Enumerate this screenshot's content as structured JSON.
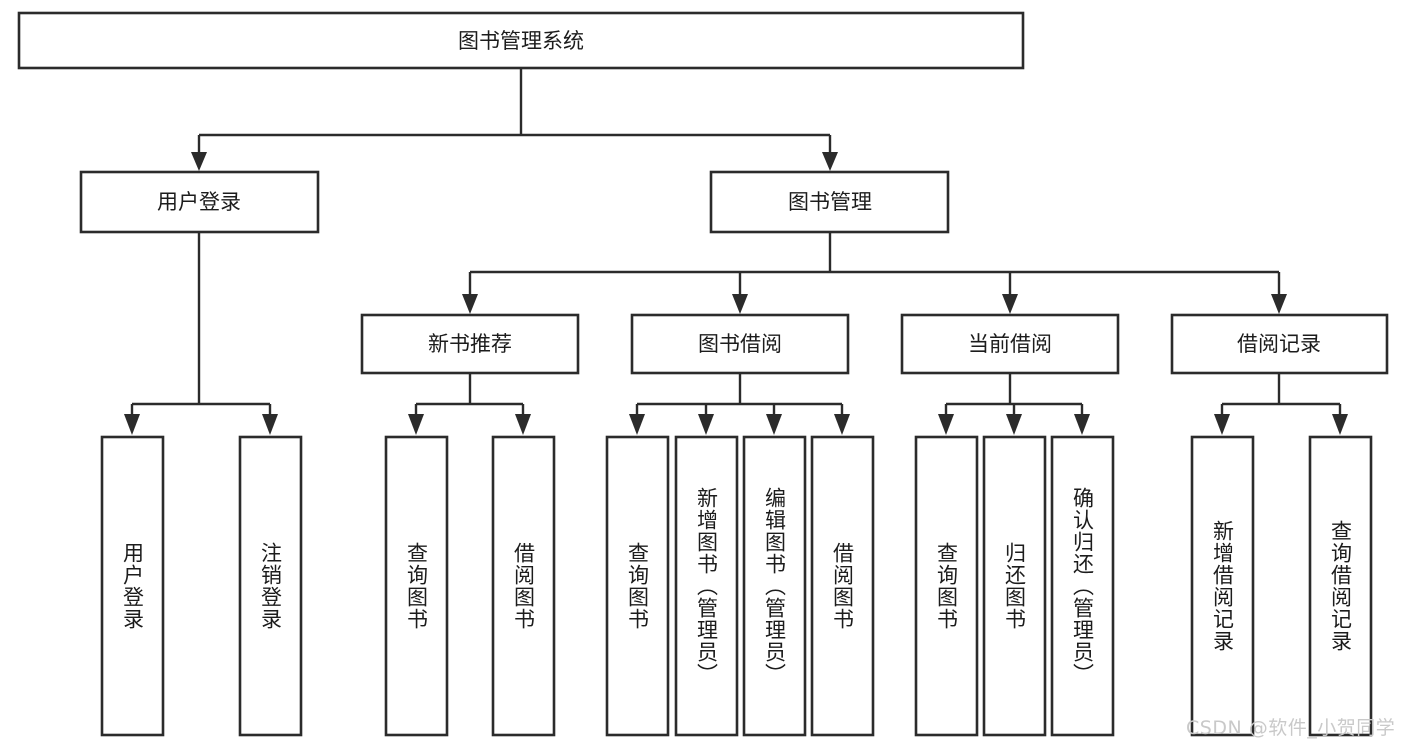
{
  "diagram": {
    "type": "tree-hierarchy",
    "title": "图书管理系统",
    "colors": {
      "background": "#ffffff",
      "box_stroke": "#2b2b2b",
      "box_fill": "#ffffff",
      "text": "#1c1c1c",
      "watermark": "#c9c9c9"
    },
    "levels": {
      "root": {
        "label": "图书管理系统"
      },
      "level2": [
        {
          "label": "用户登录"
        },
        {
          "label": "图书管理"
        }
      ],
      "level3": [
        {
          "label": "新书推荐"
        },
        {
          "label": "图书借阅"
        },
        {
          "label": "当前借阅"
        },
        {
          "label": "借阅记录"
        }
      ],
      "leaves": {
        "user_login": [
          {
            "label": "用户登录"
          },
          {
            "label": "注销登录"
          }
        ],
        "new_book_recommend": [
          {
            "label": "查询图书"
          },
          {
            "label": "借阅图书"
          }
        ],
        "book_borrow": [
          {
            "label": "查询图书"
          },
          {
            "label": "新增图书（管理员）"
          },
          {
            "label": "编辑图书（管理员）"
          },
          {
            "label": "借阅图书"
          }
        ],
        "current_borrow": [
          {
            "label": "查询图书"
          },
          {
            "label": "归还图书"
          },
          {
            "label": "确认归还（管理员）"
          }
        ],
        "borrow_record": [
          {
            "label": "新增借阅记录"
          },
          {
            "label": "查询借阅记录"
          }
        ]
      }
    }
  },
  "watermark": {
    "text": "CSDN @软件_小贺同学"
  }
}
